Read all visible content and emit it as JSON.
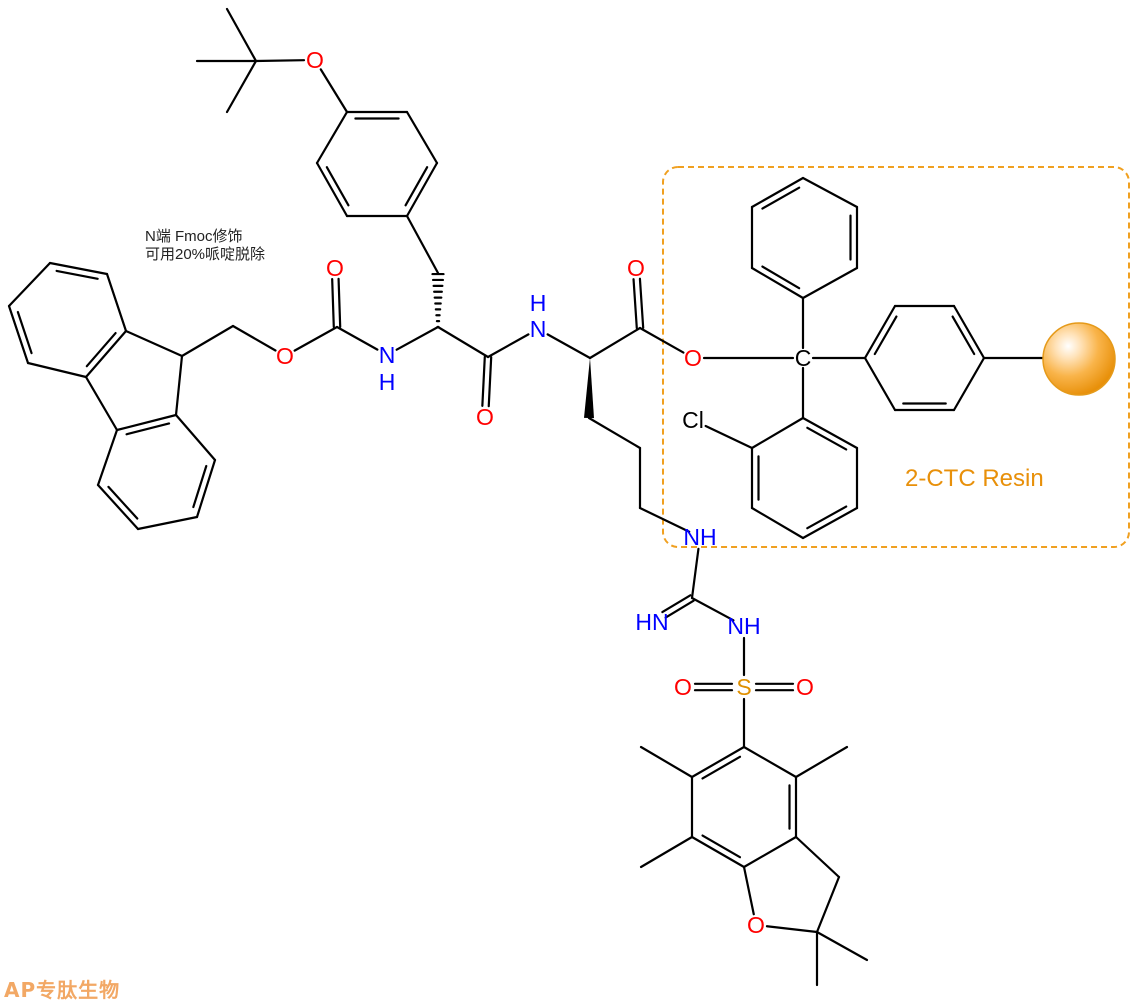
{
  "annotation": {
    "line1": "N端 Fmoc修饰",
    "line2": "可用20%哌啶脱除"
  },
  "resin": {
    "label": "2-CTC Resin"
  },
  "logo": {
    "text": "AP专肽生物"
  },
  "atom_labels": {
    "O": "O",
    "N": "N",
    "H": "H",
    "NH": "NH",
    "HN": "HN",
    "S": "S",
    "Cl": "Cl",
    "C": "C"
  },
  "colors": {
    "oxygen": "#ff0000",
    "nitrogen": "#0000ff",
    "sulfur": "#e09000",
    "carbon": "#000000",
    "resin": "#f0a020"
  }
}
